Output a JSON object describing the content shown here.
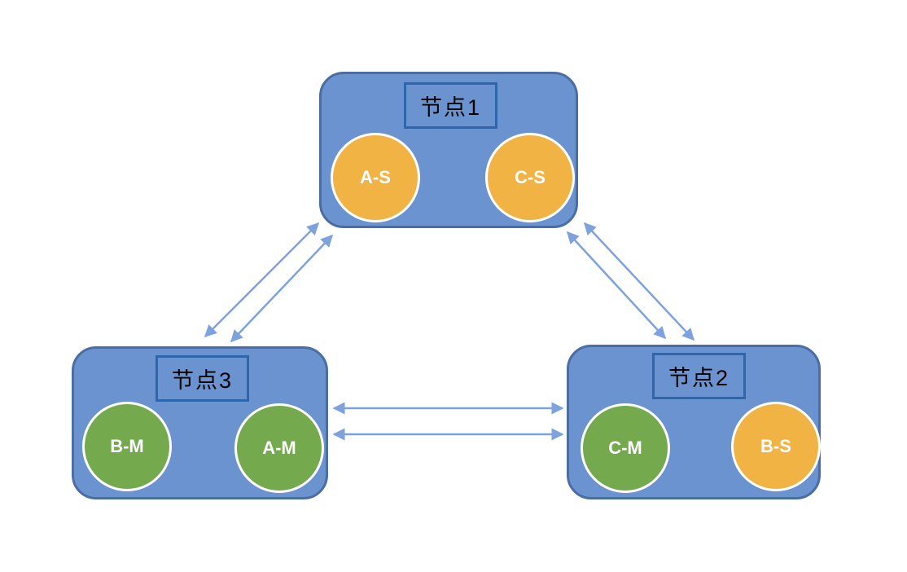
{
  "diagram": {
    "title": "three-node master-slave replication topology",
    "colors": {
      "background": "#ffffff",
      "node_fill": "#6B93CF",
      "node_border": "#4A6DA3",
      "label_box_border": "#2E66AE",
      "label_text": "#000000",
      "circle_orange": "#F0B344",
      "circle_green": "#74A94E",
      "circle_border": "#ffffff",
      "circle_text": "#ffffff",
      "arrow": "#7DA2DD"
    },
    "nodes": [
      {
        "id": "node1",
        "label": "节点1",
        "circles": [
          {
            "label": "A-S",
            "color": "orange"
          },
          {
            "label": "C-S",
            "color": "orange"
          }
        ]
      },
      {
        "id": "node3",
        "label": "节点3",
        "circles": [
          {
            "label": "B-M",
            "color": "green"
          },
          {
            "label": "A-M",
            "color": "green"
          }
        ]
      },
      {
        "id": "node2",
        "label": "节点2",
        "circles": [
          {
            "label": "C-M",
            "color": "green"
          },
          {
            "label": "B-S",
            "color": "orange"
          }
        ]
      }
    ],
    "connections": [
      {
        "from": "节点3",
        "to": "节点1",
        "type": "double-headed arrow pair"
      },
      {
        "from": "节点1",
        "to": "节点2",
        "type": "double-headed arrow pair"
      },
      {
        "from": "节点3",
        "to": "节点2",
        "type": "double-headed arrow pair"
      }
    ]
  }
}
